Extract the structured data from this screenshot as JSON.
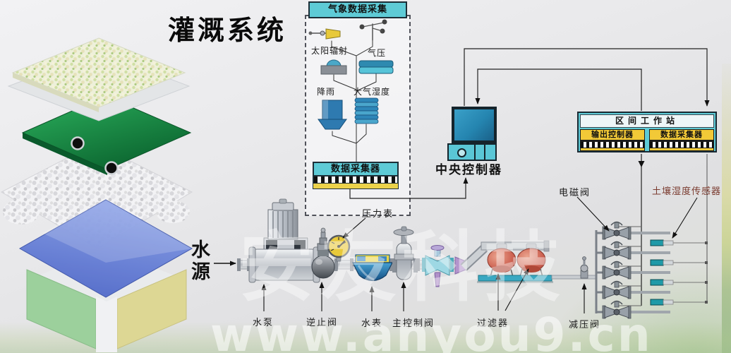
{
  "title": "灌溉系统",
  "watermark": {
    "brand": "安友科技",
    "site": "www.anyou9.cn"
  },
  "weather_station": {
    "header": "气象数据采集",
    "collector_label": "数据采集器",
    "sensor_labels": [
      "太阳辐射",
      "气压",
      "降雨",
      "大气湿度"
    ],
    "icons": [
      "solar-radiation-sensor-icon",
      "wind-anemometer-icon",
      "pyranometer-icon",
      "barometer-icon",
      "rain-gauge-icon",
      "humidity-shield-icon"
    ]
  },
  "central_controller": {
    "label": "中央控制器",
    "icon": "desktop-computer-icon"
  },
  "zone_workstation": {
    "header": "区间工作站",
    "output_controller": "输出控制器",
    "data_collector": "数据采集器"
  },
  "field_devices": {
    "solenoid_valve": "电磁阀",
    "soil_moisture_sensor": "土壤湿度传感器",
    "valve_count": 5,
    "sensor_count": 4
  },
  "pipeline": {
    "water_source": "水源",
    "pump": "水泵",
    "check_valve": "逆止阀",
    "pressure_gauge": "压力表",
    "water_meter": "水表",
    "main_control_valve": "主控制阀",
    "filter": "过滤器",
    "pressure_reducing_valve": "减压阀"
  },
  "colors": {
    "accent_cyan": "#5ecbd6",
    "panel_yellow": "#f2c937",
    "tank_red": "#cd6252",
    "platform_teal": "#3aa8c2",
    "gauge_yellow": "#e8c93a",
    "soil_label_red": "#7a3a2e",
    "membrane_blue": "#5a78d4",
    "layer_green": "#1d8c48"
  }
}
